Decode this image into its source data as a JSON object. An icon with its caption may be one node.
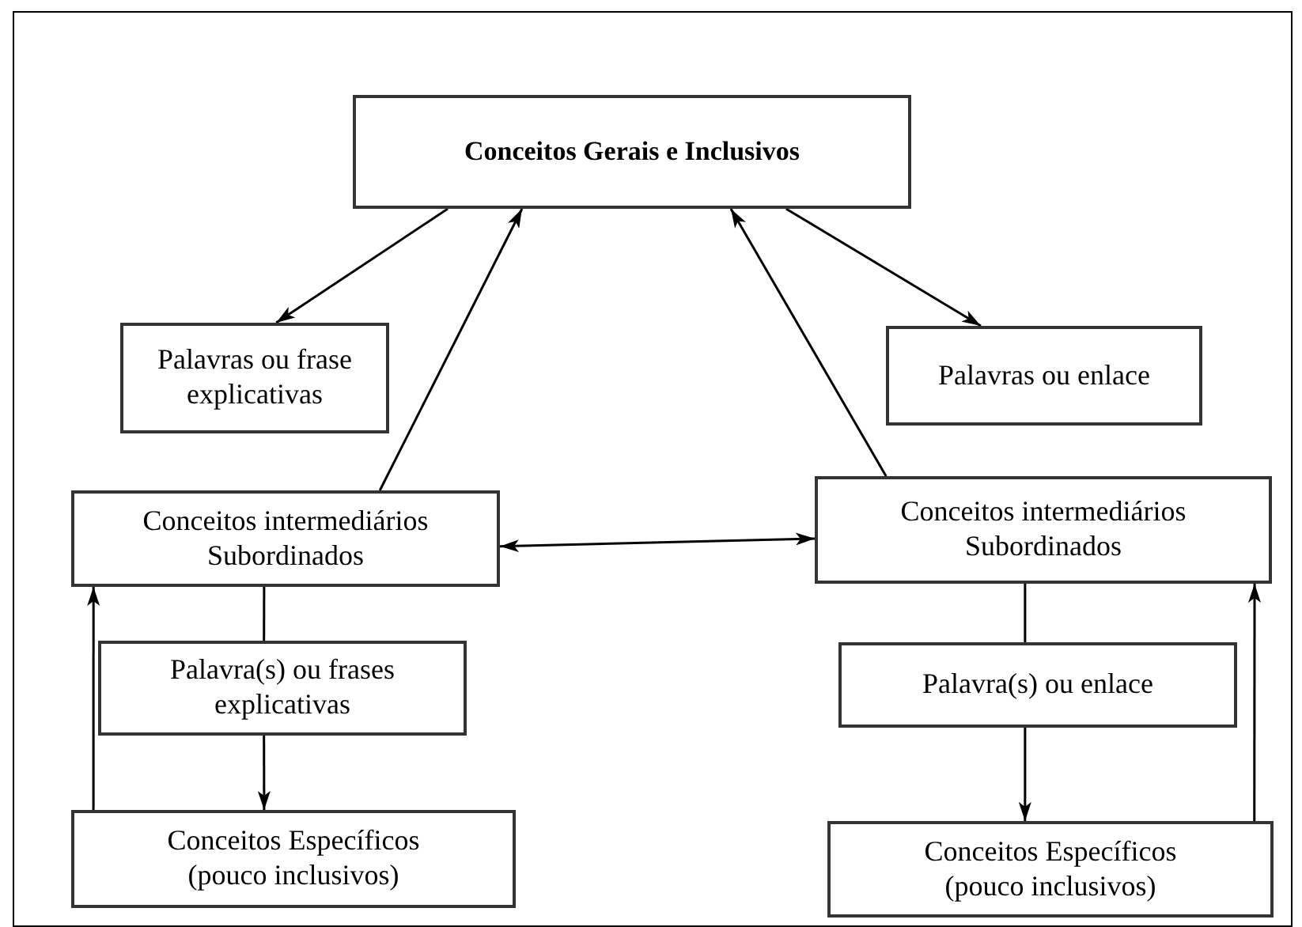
{
  "diagram": {
    "nodes": [
      {
        "text": [
          "Conceitos Gerais e Inclusivos"
        ]
      },
      {
        "text": [
          "Palavras ou frase explicativas"
        ]
      },
      {
        "text": [
          "Palavras ou enlace"
        ]
      },
      {
        "text": [
          "Conceitos intermediários Subordinados"
        ]
      },
      {
        "text": [
          "Conceitos intermediários Subordinados"
        ]
      },
      {
        "text": [
          "Palavra(s) ou frases explicativas"
        ]
      },
      {
        "text": [
          "Palavra(s) ou enlace"
        ]
      },
      {
        "text": [
          "Conceitos Específicos (pouco inclusivos)"
        ]
      },
      {
        "text": [
          "Conceitos Específicos (pouco inclusivos)"
        ]
      }
    ],
    "edges": [
      {
        "from": 0,
        "to": 1,
        "arrow": "to"
      },
      {
        "from": 3,
        "to": 0,
        "arrow": "to"
      },
      {
        "from": 0,
        "to": 2,
        "arrow": "to"
      },
      {
        "from": 4,
        "to": 0,
        "arrow": "to"
      },
      {
        "from": 3,
        "to": 4,
        "arrow": "both"
      },
      {
        "from": 3,
        "to": 5,
        "arrow": "none"
      },
      {
        "from": 5,
        "to": 7,
        "arrow": "to"
      },
      {
        "from": 7,
        "to": 3,
        "arrow": "to"
      },
      {
        "from": 4,
        "to": 6,
        "arrow": "none"
      },
      {
        "from": 6,
        "to": 8,
        "arrow": "to"
      },
      {
        "from": 8,
        "to": 4,
        "arrow": "to"
      }
    ]
  }
}
